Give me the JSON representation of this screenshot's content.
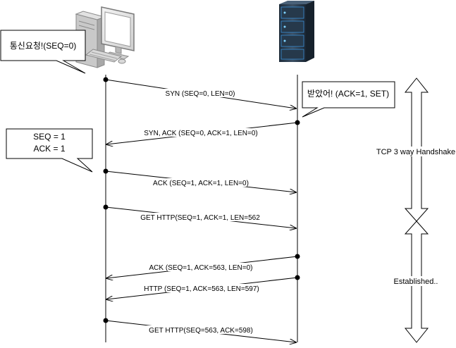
{
  "client_callout": {
    "text": "통신요청!(SEQ=0)"
  },
  "server_callout": {
    "text": "받았어! (ACK=1, SET)"
  },
  "client_ack_callout": {
    "lines": [
      "SEQ = 1",
      "ACK = 1"
    ]
  },
  "messages": [
    {
      "label": "SYN (SEQ=0, LEN=0)",
      "direction": "to-server"
    },
    {
      "label": "SYN, ACK (SEQ=0, ACK=1, LEN=0)",
      "direction": "to-client"
    },
    {
      "label": "ACK (SEQ=1, ACK=1, LEN=0)",
      "direction": "to-server"
    },
    {
      "label": "GET HTTP(SEQ=1, ACK=1, LEN=562",
      "direction": "to-server"
    },
    {
      "label": "ACK (SEQ=1, ACK=563, LEN=0)",
      "direction": "to-client"
    },
    {
      "label": "HTTP (SEQ=1, ACK=563, LEN=597)",
      "direction": "to-client"
    },
    {
      "label": "GET HTTP(SEQ=563, ACK=598)",
      "direction": "to-server"
    }
  ],
  "phases": {
    "handshake_label": "TCP 3 way Handshake",
    "established_label": "Established.."
  },
  "icons": {
    "client": "desktop-computer-icon",
    "server": "server-rack-icon"
  },
  "colors": {
    "line": "#000000",
    "server_body": "#2d3e50",
    "server_accent": "#3a8fd6"
  }
}
